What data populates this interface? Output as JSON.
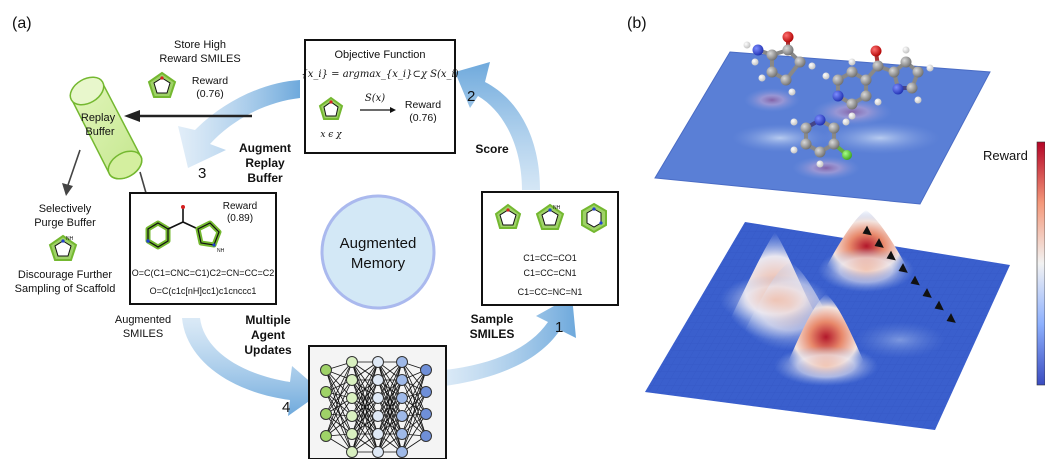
{
  "panel_a": {
    "label": "(a)",
    "objective": {
      "title": "Objective Function",
      "formula": "{x_i} = argmax_{x_i}⊂χ S(x_i)",
      "sx": "S(x)",
      "domain": "x ϵ χ",
      "reward_label": "Reward",
      "reward_value": "(0.76)"
    },
    "store": {
      "line1": "Store High",
      "line2": "Reward SMILES",
      "reward_label": "Reward",
      "reward_value": "(0.76)"
    },
    "buffer": {
      "line1": "Replay",
      "line2": "Buffer"
    },
    "purge": {
      "line1": "Selectively",
      "line2": "Purge Buffer",
      "line3": "Discourage Further",
      "line4": "Sampling of Scaffold"
    },
    "augmented_box": {
      "reward_label": "Reward",
      "reward_value": "(0.89)",
      "smiles1": "O=C(C1=CNC=C1)C2=CN=CC=C2",
      "smiles2": "O=C(c1c[nH]cc1)c1cnccc1"
    },
    "augmented_smiles": {
      "line1": "Augmented",
      "line2": "SMILES"
    },
    "center": {
      "line1": "Augmented",
      "line2": "Memory"
    },
    "sample_box": {
      "smiles1": "C1=CC=CO1",
      "smiles2": "C1=CC=CN1",
      "smiles3": "C1=CC=NC=N1"
    },
    "steps": [
      {
        "num": "1",
        "line1": "Sample",
        "line2": "SMILES"
      },
      {
        "num": "2",
        "line1": "Score",
        "line2": ""
      },
      {
        "num": "3",
        "line1": "Augment",
        "line2": "Replay",
        "line3": "Buffer"
      },
      {
        "num": "4",
        "line1": "Multiple",
        "line2": "Agent",
        "line3": "Updates"
      }
    ]
  },
  "panel_b": {
    "label": "(b)",
    "colorbar_label": "Reward"
  },
  "colors": {
    "arrow_blue": "#8fbde3",
    "ring_green": "#74b830",
    "memory_fill": "#d3e8f6",
    "memory_stroke": "#aab9ee",
    "buffer_fill": "#d4ef9f",
    "surface_low": "#3a5fcd",
    "surface_high": "#b2182b"
  }
}
